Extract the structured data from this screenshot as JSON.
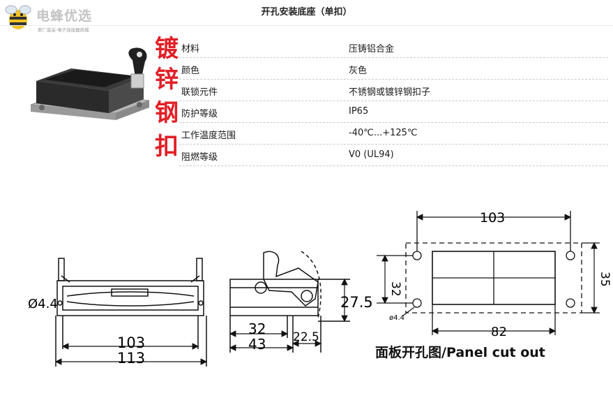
{
  "logo": {
    "name": "电蜂优选",
    "tagline": "原厂直采·电子连接器商城",
    "icon": "bee-icon"
  },
  "title": "开孔安装底座（单扣）",
  "red_vertical": [
    "镀",
    "锌",
    "钢",
    "扣"
  ],
  "specs": [
    {
      "label": "材料",
      "value": "压铸铝合金"
    },
    {
      "label": "颜色",
      "value": "灰色"
    },
    {
      "label": "联锁元件",
      "value": "不锈钢或镀锌钢扣子"
    },
    {
      "label": "防护等级",
      "value": "IP65"
    },
    {
      "label": "工作温度范围",
      "value": "-40℃...+125℃"
    },
    {
      "label": "阻燃等级",
      "value": "V0 (UL94)"
    }
  ],
  "drawing": {
    "front": {
      "hole": "Ø4.4",
      "inner": "103",
      "outer": "113"
    },
    "side": {
      "height": "27.5",
      "d1": "32",
      "d2": "43",
      "d3": "22.5"
    },
    "panel": {
      "width": "103",
      "height_outer": "35",
      "height_inner": "32",
      "inner_width": "82",
      "hole": "ø4.4",
      "caption": "面板开孔图/Panel cut out"
    }
  },
  "colors": {
    "accent_red": "#e21f26",
    "rule": "#c8c8c8"
  }
}
